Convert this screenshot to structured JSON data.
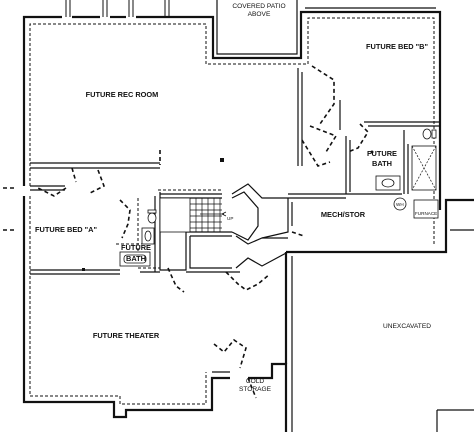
{
  "rooms": {
    "covered_patio_line1": "COVERED PATIO",
    "covered_patio_line2": "ABOVE",
    "future_bed_b": "FUTURE BED  \"B\"",
    "future_rec_room": "FUTURE REC ROOM",
    "future_bath_right_line1": "FUTURE",
    "future_bath_right_line2": "BATH",
    "mech_stor": "MECH/STOR",
    "future_bed_a": "FUTURE BED \"A\"",
    "future_bath_left_line1": "FUTURE",
    "future_bath_left_line2": "BATH",
    "future_theater": "FUTURE THEATER",
    "unexcavated": "UNEXCAVATED",
    "cold_storage_line1": "COLD",
    "cold_storage_line2": "STORAGE"
  },
  "annotations": {
    "stair_up": "UP",
    "water_heater": "WH",
    "furnace": "FURNACE"
  }
}
